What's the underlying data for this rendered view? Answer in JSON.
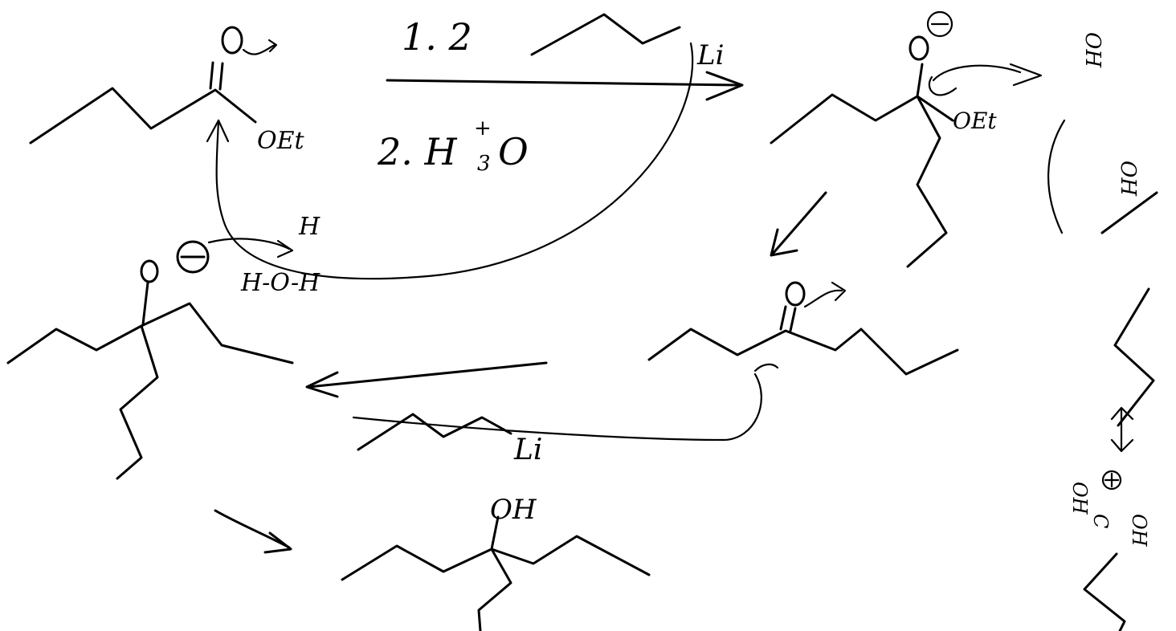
{
  "reagents": {
    "step1": "1. 2",
    "step1_reagent": "Li",
    "step2": "2. H",
    "step2_plus": "+",
    "step2_sub": "3",
    "step2_tail": "O"
  },
  "labels": {
    "ester_oxygen": "O",
    "ester_oet": "OEt",
    "tetra_o": "O",
    "tetra_oet": "OEt",
    "leaving_group": "OEt",
    "ketone_o": "O",
    "alkoxide_o": "O",
    "water": "H-O-H",
    "water_h_top": "H",
    "buli": "Li",
    "product_oh": "OH",
    "side_oh1": "OH",
    "side_oh2": "OH",
    "side_oh3": "OH",
    "side_oh4": "OH",
    "side_c": "C"
  },
  "colors": {
    "ink": "#000000",
    "paper": "#ffffff"
  }
}
